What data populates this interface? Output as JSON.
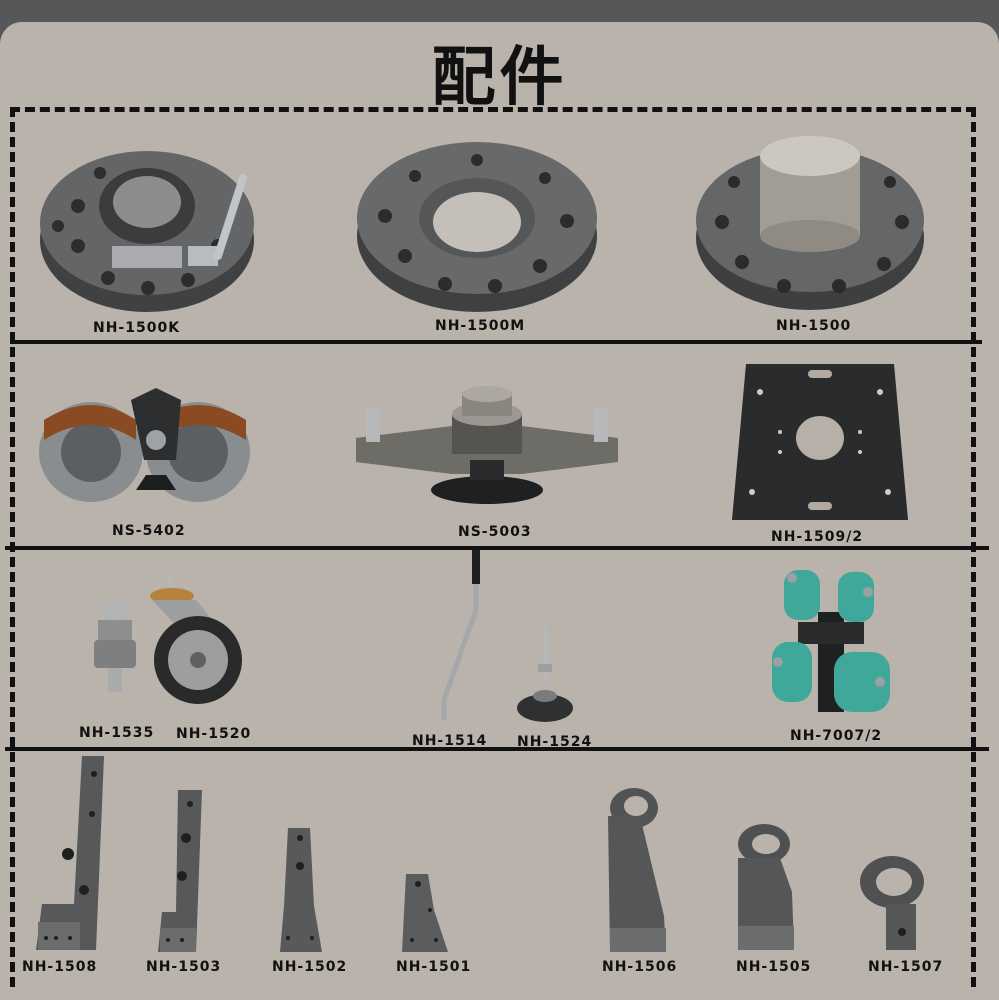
{
  "title": "配件",
  "rows": [
    {
      "items": [
        {
          "code": "NH-1500K"
        },
        {
          "code": "NH-1500M"
        },
        {
          "code": "NH-1500"
        }
      ]
    },
    {
      "items": [
        {
          "code": "NS-5402"
        },
        {
          "code": "NS-5003"
        },
        {
          "code": "NH-1509/2"
        }
      ]
    },
    {
      "items": [
        {
          "code": "NH-1535"
        },
        {
          "code": "NH-1520"
        },
        {
          "code": "NH-1514"
        },
        {
          "code": "NH-1524"
        },
        {
          "code": "NH-7007/2"
        }
      ]
    },
    {
      "items": [
        {
          "code": "NH-1508"
        },
        {
          "code": "NH-1503"
        },
        {
          "code": "NH-1502"
        },
        {
          "code": "NH-1501"
        },
        {
          "code": "NH-1506"
        },
        {
          "code": "NH-1505"
        },
        {
          "code": "NH-1507"
        }
      ]
    }
  ],
  "colors": {
    "background": "#b9b3ac",
    "frame": "#555759",
    "metal": "#5a5c5e",
    "teal": "#3fa89a",
    "bronze": "#8a4a22"
  }
}
